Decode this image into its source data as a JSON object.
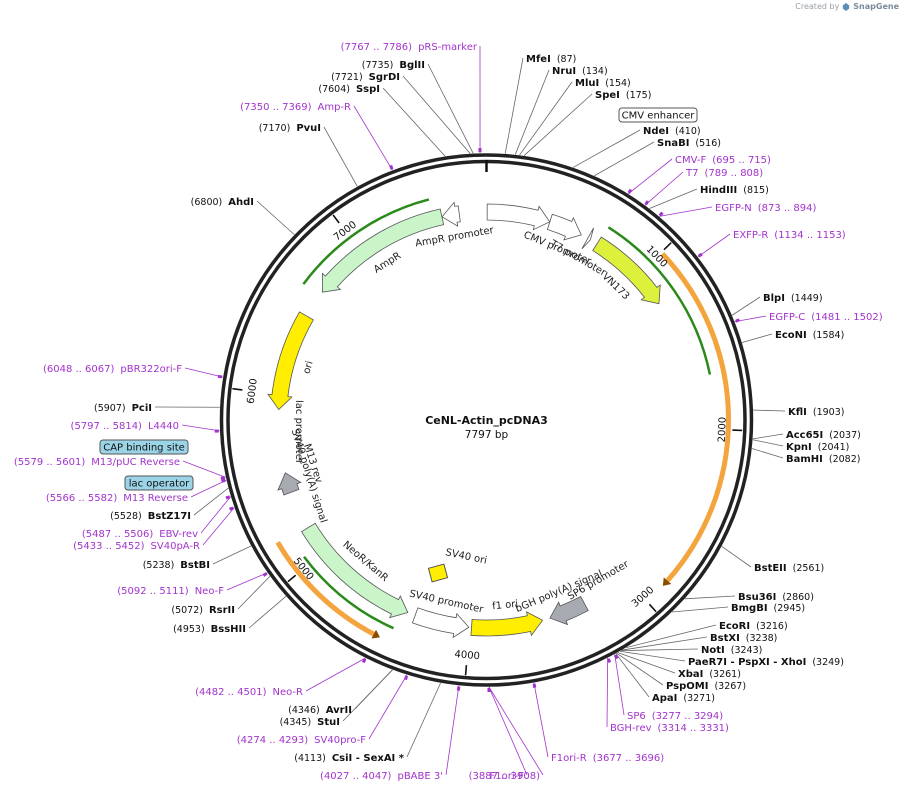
{
  "credit": {
    "prefix": "Created by",
    "brand": "SnapGene"
  },
  "plasmid": {
    "name": "CeNL-Actin_pcDNA3",
    "size_text": "7797 bp",
    "length": 7797
  },
  "ticks": [
    {
      "pos": 1000,
      "label": "1000"
    },
    {
      "pos": 2000,
      "label": "2000"
    },
    {
      "pos": 3000,
      "label": "3000"
    },
    {
      "pos": 4000,
      "label": "4000"
    },
    {
      "pos": 5000,
      "label": "5000"
    },
    {
      "pos": 6000,
      "label": "6000"
    },
    {
      "pos": 7000,
      "label": "7000"
    }
  ],
  "features": [
    {
      "name": "CMV enhancer",
      "start": 4,
      "end": 383,
      "strand": 1,
      "color": "#ffffff",
      "text": ""
    },
    {
      "name": "CMV promoter",
      "start": 384,
      "end": 587,
      "strand": 1,
      "color": "#ffffff",
      "text": "CMV promoter"
    },
    {
      "name": "T7 promoter",
      "start": 631,
      "end": 649,
      "strand": 1,
      "color": "#ffffff",
      "text": "T7 promoter"
    },
    {
      "name": "VN173",
      "start": 695,
      "end": 1213,
      "strand": 1,
      "color": "#ddf03c",
      "text": "VN173"
    },
    {
      "name": "bGH poly(A) signal",
      "start": 3290,
      "end": 3514,
      "strand": 1,
      "color": "#a7aab0",
      "text": "bGH poly(A) signal"
    },
    {
      "name": "f1 ori",
      "start": 3560,
      "end": 3988,
      "strand": -1,
      "color": "#ffee00",
      "text": "f1 ori"
    },
    {
      "name": "SV40 promoter",
      "start": 4004,
      "end": 4333,
      "strand": -1,
      "color": "#ffffff",
      "text": "SV40 promoter"
    },
    {
      "name": "NeoR/KanR",
      "start": 4380,
      "end": 5174,
      "strand": -1,
      "color": "#c9f5c9",
      "text": "NeoR/KanR"
    },
    {
      "name": "SV40 poly(A) signal",
      "start": 5408,
      "end": 5529,
      "strand": 1,
      "color": "#a7aab0",
      "text": "SV40 poly(A) signal"
    },
    {
      "name": "ori",
      "start": 5910,
      "end": 6498,
      "strand": -1,
      "color": "#ffee00",
      "text": "ori"
    },
    {
      "name": "AmpR",
      "start": 6669,
      "end": 7529,
      "strand": -1,
      "color": "#c9f5c9",
      "text": "AmpR"
    },
    {
      "name": "AmpR promoter",
      "start": 7530,
      "end": 7634,
      "strand": -1,
      "color": "#ffffff",
      "text": "AmpR promoter"
    }
  ],
  "ext_features": [
    {
      "start": 1010,
      "end": 2850,
      "strand": 1,
      "color": "#f3a43c"
    },
    {
      "start": 4500,
      "end": 5190,
      "strand": -1,
      "color": "#f3a43c"
    }
  ],
  "green_lines": [
    {
      "start": 700,
      "end": 1700,
      "strand": 1
    },
    {
      "start": 6640,
      "end": 7480,
      "strand": -1
    },
    {
      "start": 4420,
      "end": 5050,
      "strand": -1
    }
  ],
  "inner_labels": [
    {
      "text": "M13 rev"
    },
    {
      "text": "lac promoter"
    },
    {
      "text": "SV40 ori"
    },
    {
      "text": "SP6 promoter"
    }
  ],
  "box_labels": [
    {
      "text": "CMV enhancer",
      "style": "white"
    },
    {
      "text": "CAP binding site",
      "style": "blue"
    },
    {
      "text": "lac operator",
      "style": "blue"
    }
  ],
  "sites": [
    {
      "name": "MfeI",
      "coord": "(87)",
      "side": "r",
      "kind": "enzyme"
    },
    {
      "name": "NruI",
      "coord": "(134)",
      "side": "r",
      "kind": "enzyme"
    },
    {
      "name": "MluI",
      "coord": "(154)",
      "side": "r",
      "kind": "enzyme"
    },
    {
      "name": "SpeI",
      "coord": "(175)",
      "side": "r",
      "kind": "enzyme"
    },
    {
      "name": "NdeI",
      "coord": "(410)",
      "side": "r",
      "kind": "enzyme"
    },
    {
      "name": "SnaBI",
      "coord": "(516)",
      "side": "r",
      "kind": "enzyme"
    },
    {
      "name": "CMV-F",
      "coord": "(695 .. 715)",
      "side": "r",
      "kind": "primer"
    },
    {
      "name": "T7",
      "coord": "(789 .. 808)",
      "side": "r",
      "kind": "primer"
    },
    {
      "name": "HindIII",
      "coord": "(815)",
      "side": "r",
      "kind": "enzyme"
    },
    {
      "name": "EGFP-N",
      "coord": "(873 .. 894)",
      "side": "r",
      "kind": "primer"
    },
    {
      "name": "EXFP-R",
      "coord": "(1134 .. 1153)",
      "side": "r",
      "kind": "primer"
    },
    {
      "name": "BlpI",
      "coord": "(1449)",
      "side": "r",
      "kind": "enzyme"
    },
    {
      "name": "EGFP-C",
      "coord": "(1481 .. 1502)",
      "side": "r",
      "kind": "primer"
    },
    {
      "name": "EcoNI",
      "coord": "(1584)",
      "side": "r",
      "kind": "enzyme"
    },
    {
      "name": "KflI",
      "coord": "(1903)",
      "side": "r",
      "kind": "enzyme"
    },
    {
      "name": "Acc65I",
      "coord": "(2037)",
      "side": "r",
      "kind": "enzyme"
    },
    {
      "name": "KpnI",
      "coord": "(2041)",
      "side": "r",
      "kind": "enzyme"
    },
    {
      "name": "BamHI",
      "coord": "(2082)",
      "side": "r",
      "kind": "enzyme"
    },
    {
      "name": "BstEII",
      "coord": "(2561)",
      "side": "r",
      "kind": "enzyme"
    },
    {
      "name": "Bsu36I",
      "coord": "(2860)",
      "side": "r",
      "kind": "enzyme"
    },
    {
      "name": "BmgBI",
      "coord": "(2945)",
      "side": "r",
      "kind": "enzyme"
    },
    {
      "name": "EcoRI",
      "coord": "(3216)",
      "side": "r",
      "kind": "enzyme"
    },
    {
      "name": "BstXI",
      "coord": "(3238)",
      "side": "r",
      "kind": "enzyme"
    },
    {
      "name": "NotI",
      "coord": "(3243)",
      "side": "r",
      "kind": "enzyme"
    },
    {
      "name": "PaeR7I  - PspXI  - XhoI",
      "coord": "(3249)",
      "side": "r",
      "kind": "enzyme"
    },
    {
      "name": "XbaI",
      "coord": "(3261)",
      "side": "r",
      "kind": "enzyme"
    },
    {
      "name": "PspOMI",
      "coord": "(3267)",
      "side": "r",
      "kind": "enzyme"
    },
    {
      "name": "ApaI",
      "coord": "(3271)",
      "side": "r",
      "kind": "enzyme"
    },
    {
      "name": "SP6",
      "coord": "(3277 .. 3294)",
      "side": "r",
      "kind": "primer"
    },
    {
      "name": "BGH-rev",
      "coord": "(3314 .. 3331)",
      "side": "r",
      "kind": "primer"
    },
    {
      "name": "F1ori-R",
      "coord": "(3677 .. 3696)",
      "side": "r",
      "kind": "primer"
    },
    {
      "name": "(3887 .. 3908)",
      "coord": "",
      "side": "l",
      "kind": "primer"
    },
    {
      "name": "F1ori-F",
      "coord": "",
      "side": "l",
      "kind": "primer"
    },
    {
      "name": "pBABE 3'",
      "coord": "(4027 .. 4047)",
      "side": "l",
      "kind": "primer"
    },
    {
      "name": "CsiI  - SexAI *",
      "coord": "(4113)",
      "side": "l",
      "kind": "enzyme"
    },
    {
      "name": "SV40pro-F",
      "coord": "(4274 .. 4293)",
      "side": "l",
      "kind": "primer"
    },
    {
      "name": "StuI",
      "coord": "(4345)",
      "side": "l",
      "kind": "enzyme"
    },
    {
      "name": "AvrII",
      "coord": "(4346)",
      "side": "l",
      "kind": "enzyme"
    },
    {
      "name": "Neo-R",
      "coord": "(4482 .. 4501)",
      "side": "l",
      "kind": "primer"
    },
    {
      "name": "BssHII",
      "coord": "(4953)",
      "side": "l",
      "kind": "enzyme"
    },
    {
      "name": "RsrII",
      "coord": "(5072)",
      "side": "l",
      "kind": "enzyme"
    },
    {
      "name": "Neo-F",
      "coord": "(5092 .. 5111)",
      "side": "l",
      "kind": "primer"
    },
    {
      "name": "BstBI",
      "coord": "(5238)",
      "side": "l",
      "kind": "enzyme"
    },
    {
      "name": "SV40pA-R",
      "coord": "(5433 .. 5452)",
      "side": "l",
      "kind": "primer"
    },
    {
      "name": "EBV-rev",
      "coord": "(5487 .. 5506)",
      "side": "l",
      "kind": "primer"
    },
    {
      "name": "BstZ17I",
      "coord": "(5528)",
      "side": "l",
      "kind": "enzyme"
    },
    {
      "name": "M13 Reverse",
      "coord": "(5566 .. 5582)",
      "side": "l",
      "kind": "primer"
    },
    {
      "name": "M13/pUC Reverse",
      "coord": "(5579 .. 5601)",
      "side": "l",
      "kind": "primer"
    },
    {
      "name": "L4440",
      "coord": "(5797 .. 5814)",
      "side": "l",
      "kind": "primer"
    },
    {
      "name": "PciI",
      "coord": "(5907)",
      "side": "l",
      "kind": "enzyme"
    },
    {
      "name": "pBR322ori-F",
      "coord": "(6048 .. 6067)",
      "side": "l",
      "kind": "primer"
    },
    {
      "name": "AhdI",
      "coord": "(6800)",
      "side": "l",
      "kind": "enzyme"
    },
    {
      "name": "PvuI",
      "coord": "(7170)",
      "side": "l",
      "kind": "enzyme"
    },
    {
      "name": "Amp-R",
      "coord": "(7350 .. 7369)",
      "side": "l",
      "kind": "primer"
    },
    {
      "name": "SspI",
      "coord": "(7604)",
      "side": "l",
      "kind": "enzyme"
    },
    {
      "name": "SgrDI",
      "coord": "(7721)",
      "side": "l",
      "kind": "enzyme"
    },
    {
      "name": "BglII",
      "coord": "(7735)",
      "side": "l",
      "kind": "enzyme"
    },
    {
      "name": "pRS-marker",
      "coord": "(7767 .. 7786)",
      "side": "l",
      "kind": "primer"
    }
  ]
}
